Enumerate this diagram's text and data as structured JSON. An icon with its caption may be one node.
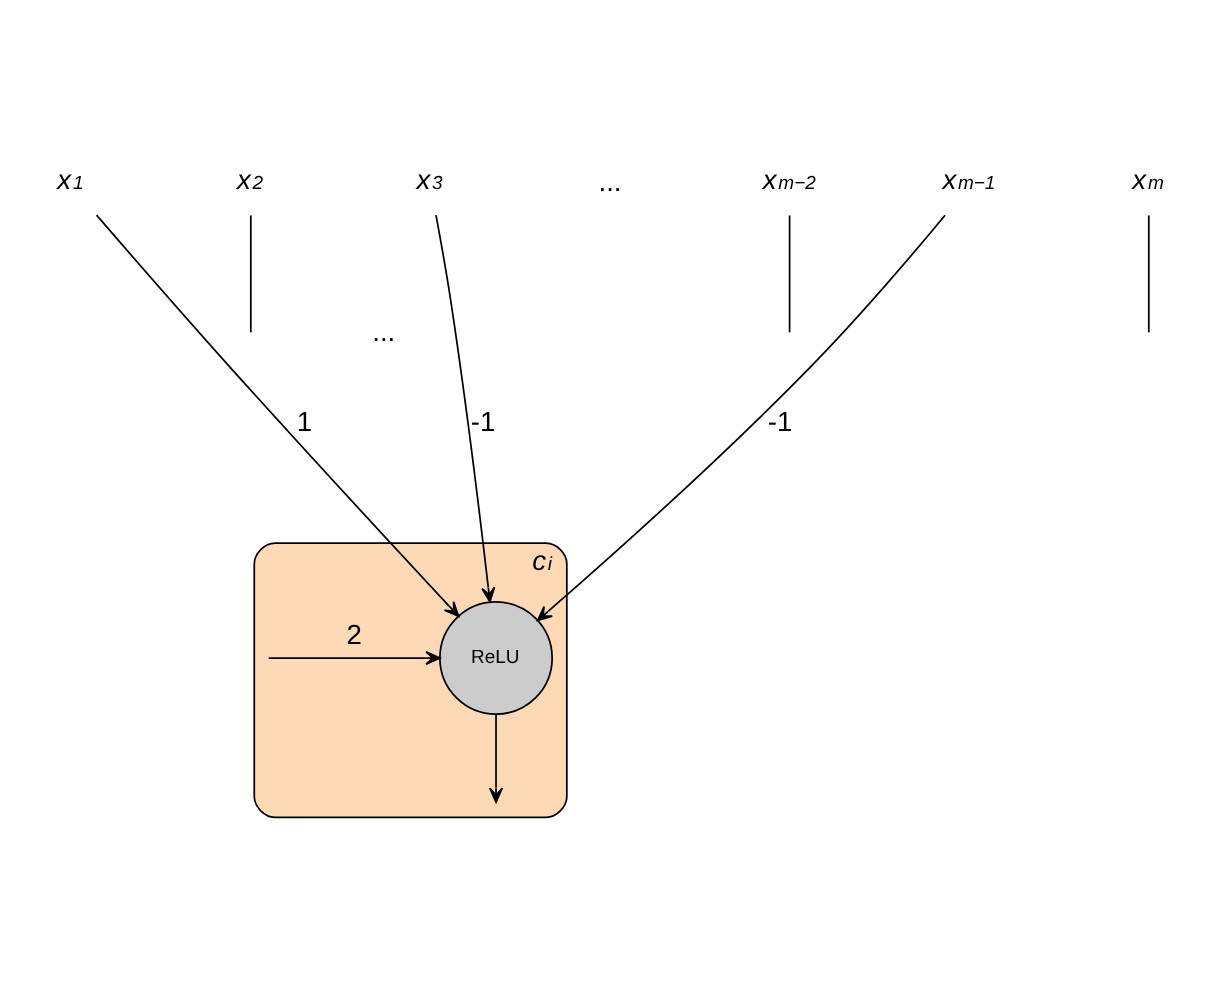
{
  "diagram": {
    "nodes": [
      {
        "text": [
          "c$_{i}$"
        ]
      },
      {
        "text": [
          "x$_{1}$"
        ]
      },
      {
        "text": [
          "x$_{2}$"
        ]
      },
      {
        "text": [
          "x$_{3}$"
        ]
      },
      {
        "text": [
          "x$_{m−2}$"
        ]
      },
      {
        "text": [
          "x$_{m−1}$"
        ]
      },
      {
        "text": [
          "x$_{m}$"
        ]
      },
      {
        "text": [
          "ReLU"
        ],
        "in": 0
      }
    ],
    "edges": [
      {
        "from": 1,
        "to": 7,
        "arrow": "to",
        "label": "1"
      },
      {
        "from": 2,
        "to": null,
        "arrow": "none"
      },
      {
        "from": 3,
        "to": 7,
        "arrow": "to",
        "label": "-1"
      },
      {
        "from": 4,
        "to": null,
        "arrow": "none"
      },
      {
        "from": 5,
        "to": 7,
        "arrow": "to",
        "label": "-1"
      },
      {
        "from": 6,
        "to": null,
        "arrow": "none"
      },
      {
        "from": null,
        "to": 7,
        "arrow": "to",
        "label": "2"
      },
      {
        "from": 7,
        "to": null,
        "arrow": "to"
      }
    ],
    "labels": [
      "...",
      "..."
    ]
  }
}
